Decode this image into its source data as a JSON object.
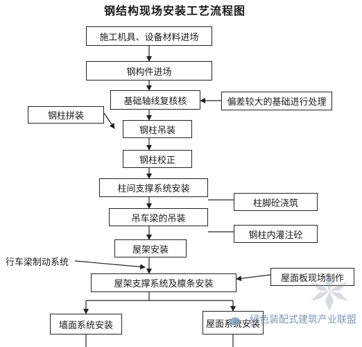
{
  "title": "钢结构现场安装工艺流程图",
  "steps": {
    "s1": "施工机具、设备材料进场",
    "s2": "钢构件进场",
    "s3": "基础轴线复核核",
    "s4": "钢柱吊装",
    "s5": "钢柱校正",
    "s6": "柱间支撑系统安装",
    "s7": "吊车梁的吊装",
    "s8": "屋架安装",
    "s9": "屋架支撑系统及檩条安装",
    "s10": "墙面系统安装",
    "s11": "屋面系统安装"
  },
  "side": {
    "a": "偏差较大的基础进行处理",
    "b": "钢柱拼装",
    "c": "柱脚砼浇筑",
    "d": "钢柱内灌注砼",
    "e": "行车梁制动系统",
    "f": "屋面板现场制作"
  },
  "watermark": {
    "text": "绿色装配式建筑产业联盟",
    "logo_icon": "snowflake-logo-icon"
  }
}
